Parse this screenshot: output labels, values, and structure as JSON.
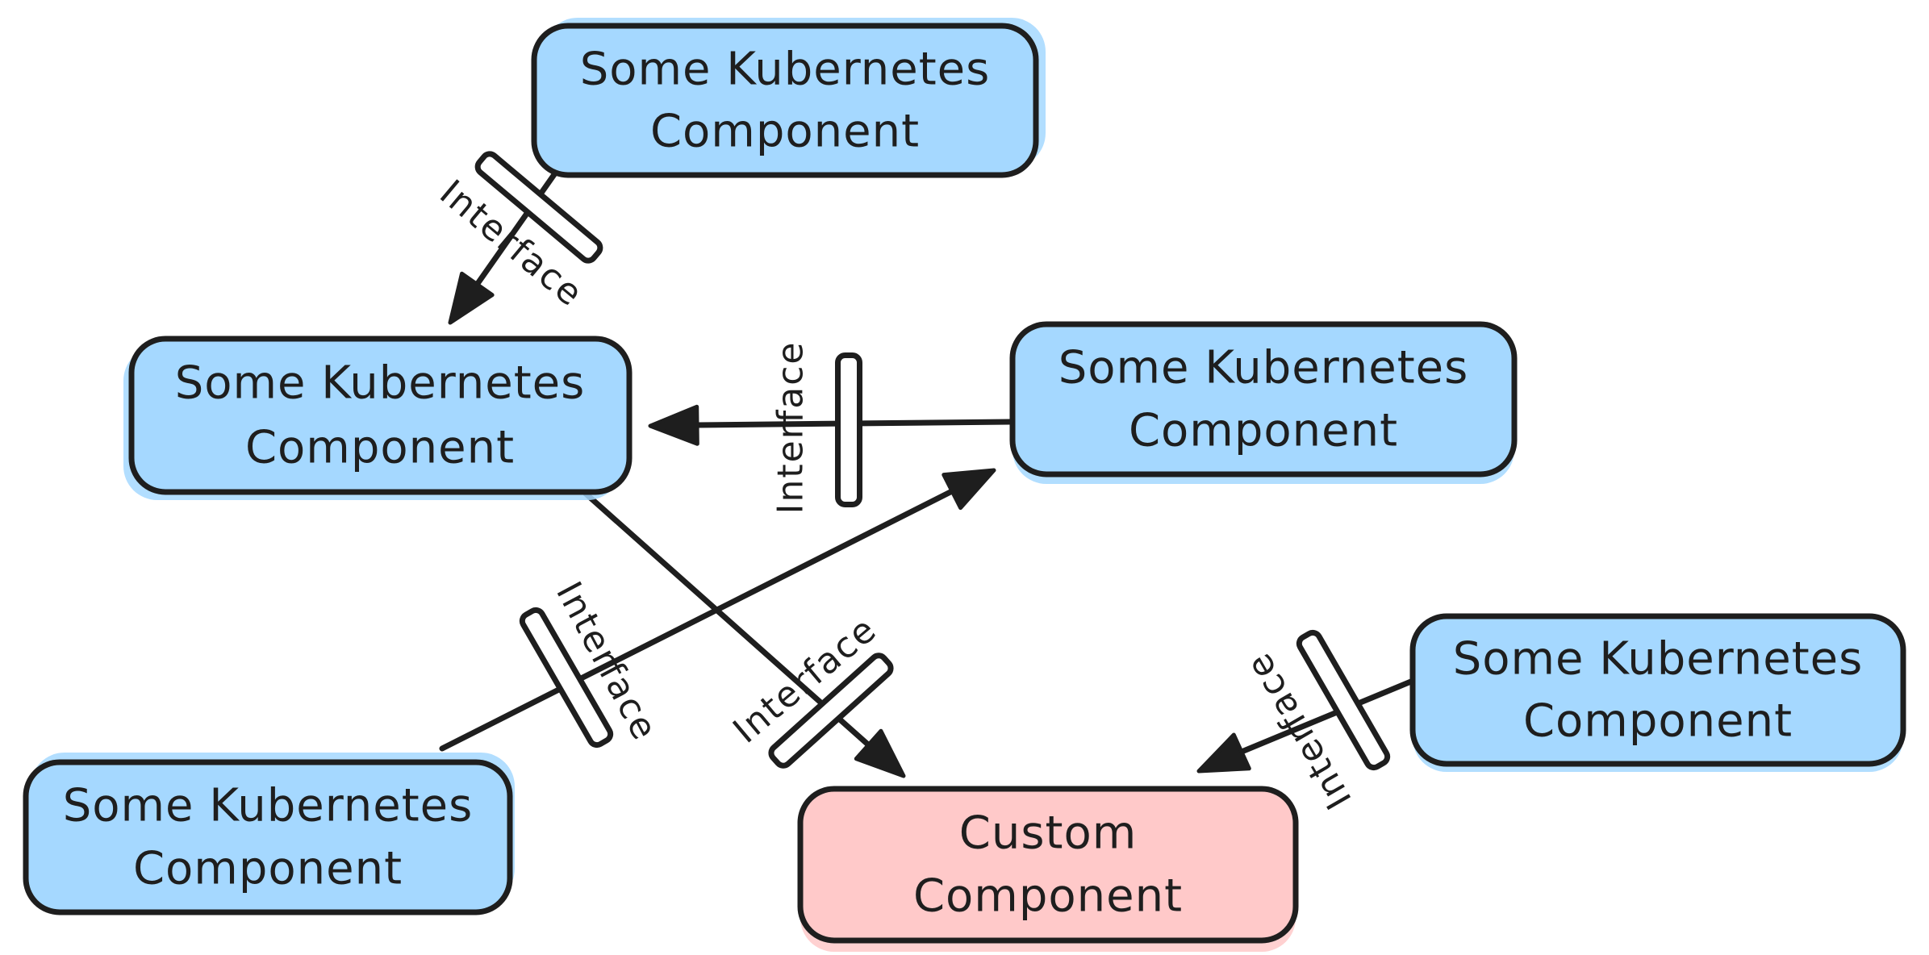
{
  "diagram": {
    "title": "Kubernetes components and interfaces diagram",
    "colors": {
      "background": "#ffffff",
      "stroke": "#1e1e1e",
      "kubernetes_node_fill": "#a5d8ff",
      "custom_node_fill": "#ffc9c9",
      "interface_bar_fill": "#ffffff"
    },
    "nodes": {
      "top": {
        "line1": "Some Kubernetes",
        "line2": "Component",
        "type": "kubernetes"
      },
      "mid_left": {
        "line1": "Some Kubernetes",
        "line2": "Component",
        "type": "kubernetes"
      },
      "mid_right": {
        "line1": "Some Kubernetes",
        "line2": "Component",
        "type": "kubernetes"
      },
      "bottom_left": {
        "line1": "Some Kubernetes",
        "line2": "Component",
        "type": "kubernetes"
      },
      "bottom_right": {
        "line1": "Some Kubernetes",
        "line2": "Component",
        "type": "kubernetes"
      },
      "custom": {
        "line1": "Custom",
        "line2": "Component",
        "type": "custom"
      }
    },
    "edges": {
      "top_to_mid_left": {
        "from": "top",
        "to": "mid_left",
        "label": "Interface"
      },
      "mid_right_to_mid_left": {
        "from": "mid_right",
        "to": "mid_left",
        "label": "Interface"
      },
      "bottom_left_to_mid_right": {
        "from": "bottom_left",
        "to": "mid_right",
        "label": "Interface"
      },
      "mid_left_to_custom": {
        "from": "mid_left",
        "to": "custom",
        "label": "Interface"
      },
      "bottom_right_to_custom": {
        "from": "bottom_right",
        "to": "custom",
        "label": "Interface"
      }
    }
  }
}
